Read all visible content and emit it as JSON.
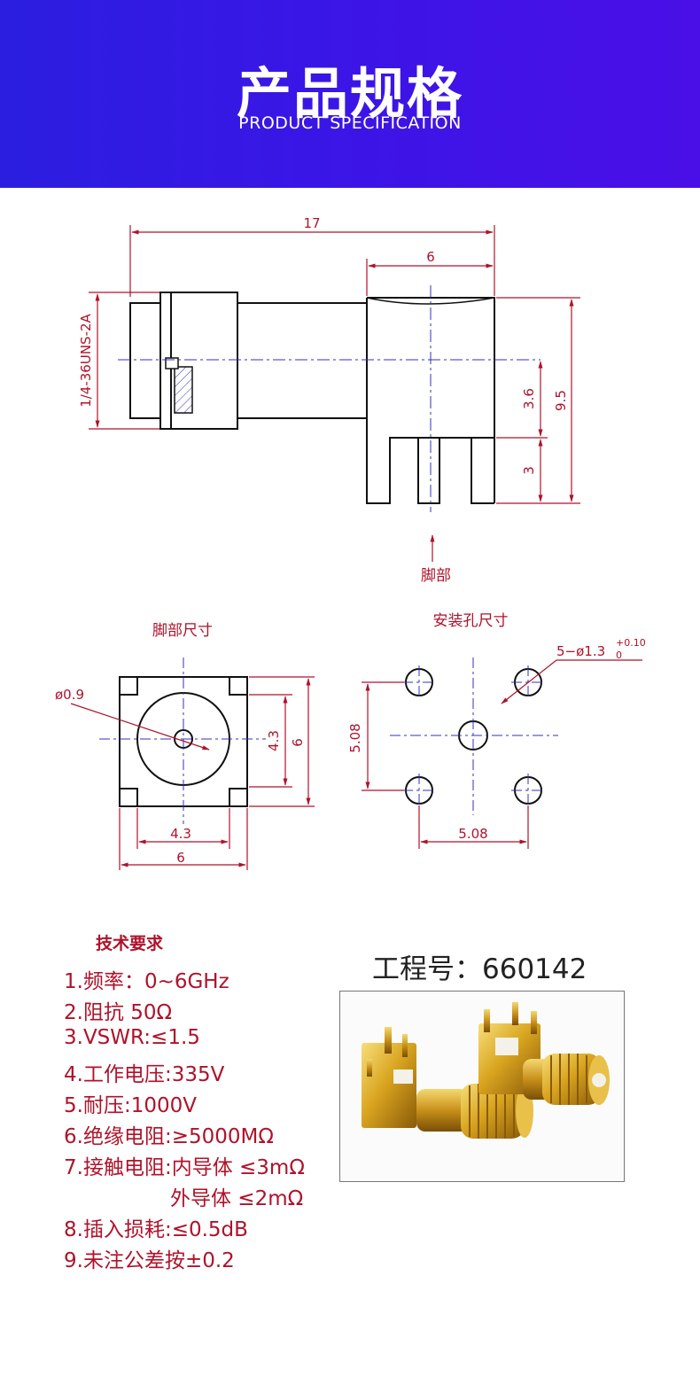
{
  "header": {
    "title": "产品规格",
    "subtitle": "PRODUCT SPECIFICATION"
  },
  "side_view": {
    "dim_total_length": "17",
    "dim_body_width": "6",
    "dim_thread": "1/4-36UNS-2A",
    "dim_center_height": "3.6",
    "dim_total_height": "9.5",
    "dim_pin_length": "3",
    "pin_label": "脚部"
  },
  "footprint_view": {
    "title": "脚部尺寸",
    "dim_pin_dia": "ø0.9",
    "dim_inner_v": "4.3",
    "dim_outer_v": "6",
    "dim_inner_h": "4.3",
    "dim_outer_h": "6"
  },
  "hole_view": {
    "title": "安装孔尺寸",
    "dim_hole": "5−ø1.3",
    "tol_upper": "+0.10",
    "tol_lower": "0",
    "dim_vertical": "5.08",
    "dim_horizontal": "5.08"
  },
  "tech_requirements": {
    "heading": "技术要求",
    "lines": [
      "1.频率：0~6GHz",
      "2.阻抗 50Ω",
      "3.VSWR:≤1.5",
      "4.工作电压:335V",
      "5.耐压:1000V",
      "6.绝缘电阻:≥5000MΩ",
      "7.接触电阻:内导体 ≤3mΩ",
      "外导体 ≤2mΩ",
      "8.插入损耗:≤0.5dB",
      "9.未注公差按±0.2"
    ]
  },
  "project": {
    "label": "工程号：660142"
  },
  "photo": {
    "caption_icon": "sma-connector-photo"
  },
  "colors": {
    "banner": "#3a16e6",
    "drawing_line": "#111111",
    "dimension": "#b0122a",
    "centerline": "#3030c0",
    "text_red": "#b0122a",
    "gold": "#d9a520"
  }
}
